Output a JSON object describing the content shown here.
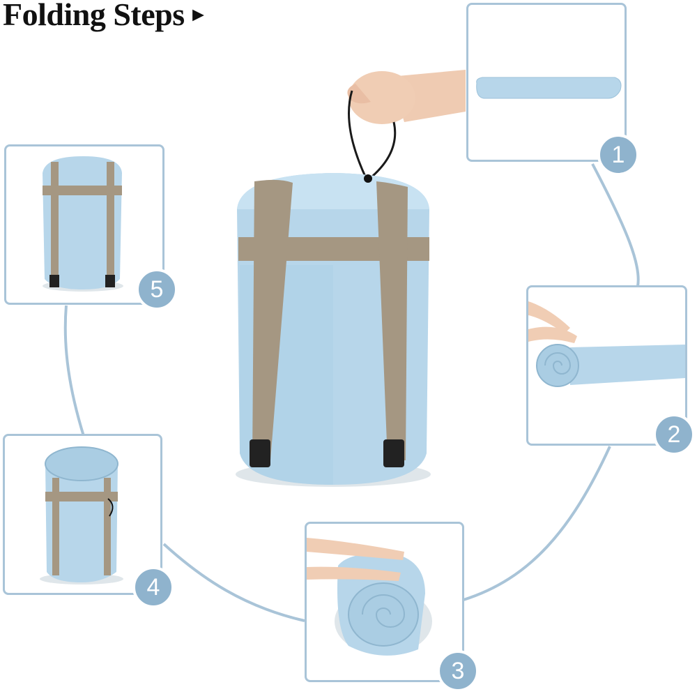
{
  "header": {
    "title": "Folding Steps",
    "arrow": "►"
  },
  "steps": [
    {
      "number": "1",
      "icon": "flat-sleeping-bag-icon"
    },
    {
      "number": "2",
      "icon": "rolling-bag-icon"
    },
    {
      "number": "3",
      "icon": "rolled-bag-icon"
    },
    {
      "number": "4",
      "icon": "bag-in-sack-icon"
    },
    {
      "number": "5",
      "icon": "compressed-sack-icon"
    }
  ],
  "colors": {
    "bag": "#b7d6ea",
    "bag_shadow": "#98bcd4",
    "strap": "#a59782",
    "frame": "#a9c4d8",
    "badge": "#8fb3cd",
    "skin": "#f0cdb4"
  }
}
